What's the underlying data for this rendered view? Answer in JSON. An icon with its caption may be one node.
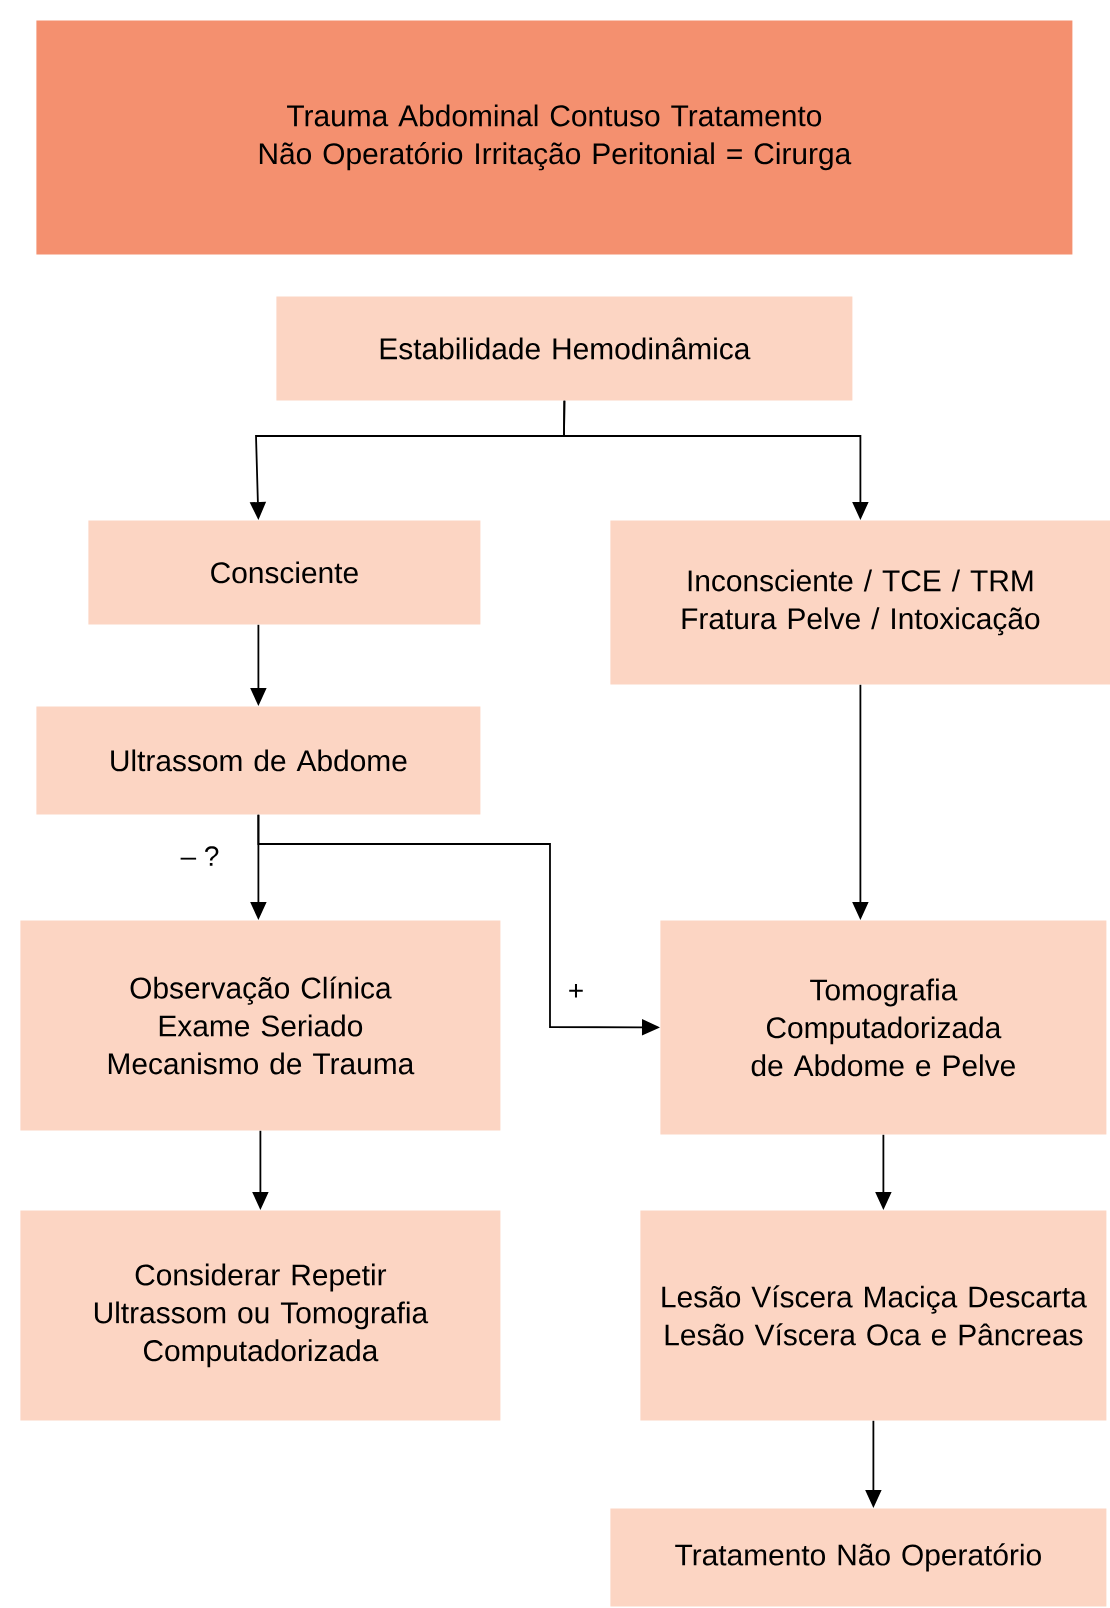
{
  "diagram": {
    "nodes": [
      {
        "text": [
          "Trauma Abdominal Contuso Tratamento Não Operatório Irritação Peritonial = Cirurga"
        ]
      },
      {
        "text": [
          "Estabilidade Hemodinâmica"
        ]
      },
      {
        "text": [
          "Consciente"
        ]
      },
      {
        "text": [
          "Inconsciente / TCE / TRM Fratura Pelve / Intoxicação"
        ]
      },
      {
        "text": [
          "Ultrassom de Abdome"
        ]
      },
      {
        "text": [
          "Observação Clínica Exame Seriado Mecanismo de Trauma"
        ]
      },
      {
        "text": [
          "Tomografia Computadorizada de Abdome e Pelve"
        ]
      },
      {
        "text": [
          "Considerar Repetir Ultrassom ou Tomografia Computadorizada"
        ]
      },
      {
        "text": [
          "Lesão Víscera Maciça Descarta Lesão Víscera Oca e Pâncreas"
        ]
      },
      {
        "text": [
          "Tratamento Não Operatório"
        ]
      }
    ],
    "edges": [
      {
        "from": 1,
        "to": 2,
        "arrow": "to"
      },
      {
        "from": 1,
        "to": 3,
        "arrow": "to"
      },
      {
        "from": 2,
        "to": 4,
        "arrow": "to"
      },
      {
        "from": 4,
        "to": 5,
        "arrow": "to",
        "label": "– ?"
      },
      {
        "from": 4,
        "to": 6,
        "arrow": "to",
        "label": "+"
      },
      {
        "from": 3,
        "to": 6,
        "arrow": "to"
      },
      {
        "from": 5,
        "to": 7,
        "arrow": "to"
      },
      {
        "from": 6,
        "to": 8,
        "arrow": "to"
      },
      {
        "from": 8,
        "to": 9,
        "arrow": "to"
      }
    ]
  }
}
